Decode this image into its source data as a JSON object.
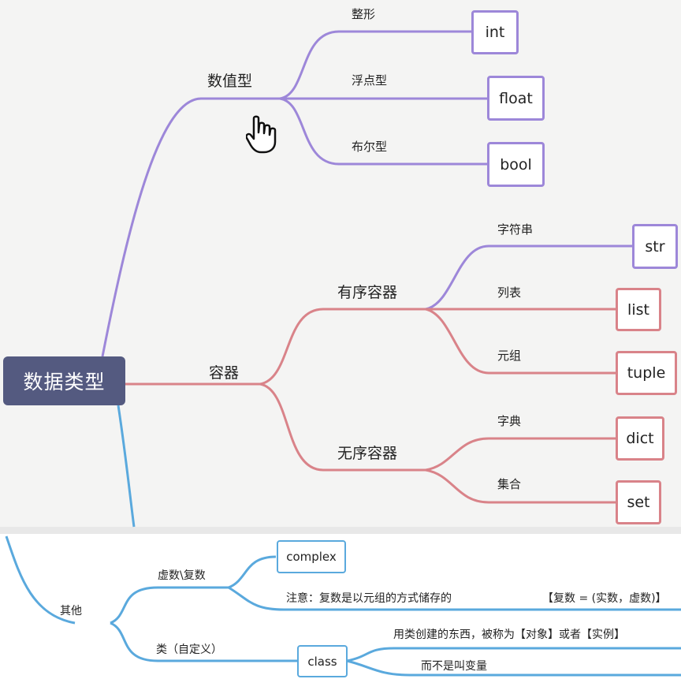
{
  "root": "数据类型",
  "numeric": {
    "label": "数值型",
    "children": [
      {
        "label": "整形",
        "box": "int"
      },
      {
        "label": "浮点型",
        "box": "float"
      },
      {
        "label": "布尔型",
        "box": "bool"
      }
    ]
  },
  "container": {
    "label": "容器",
    "ordered": {
      "label": "有序容器",
      "children": [
        {
          "label": "字符串",
          "box": "str"
        },
        {
          "label": "列表",
          "box": "list"
        },
        {
          "label": "元组",
          "box": "tuple"
        }
      ]
    },
    "unordered": {
      "label": "无序容器",
      "children": [
        {
          "label": "字典",
          "box": "dict"
        },
        {
          "label": "集合",
          "box": "set"
        }
      ]
    }
  },
  "other": {
    "label": "其他",
    "complex": {
      "label": "虚数\\复数",
      "box": "complex",
      "note": "注意：复数是以元组的方式储存的",
      "note_right": "【复数 = (实数，虚数)】"
    },
    "class": {
      "label": "类（自定义）",
      "box": "class",
      "note1": "用类创建的东西，被称为【对象】或者【实例】",
      "note2": "而不是叫变量"
    }
  },
  "colors": {
    "purple": "#9d87d9",
    "red": "#d98389",
    "blue": "#5aa9dd",
    "root": "#545a80"
  },
  "icons": {
    "cursor": "hand-pointer-icon"
  }
}
